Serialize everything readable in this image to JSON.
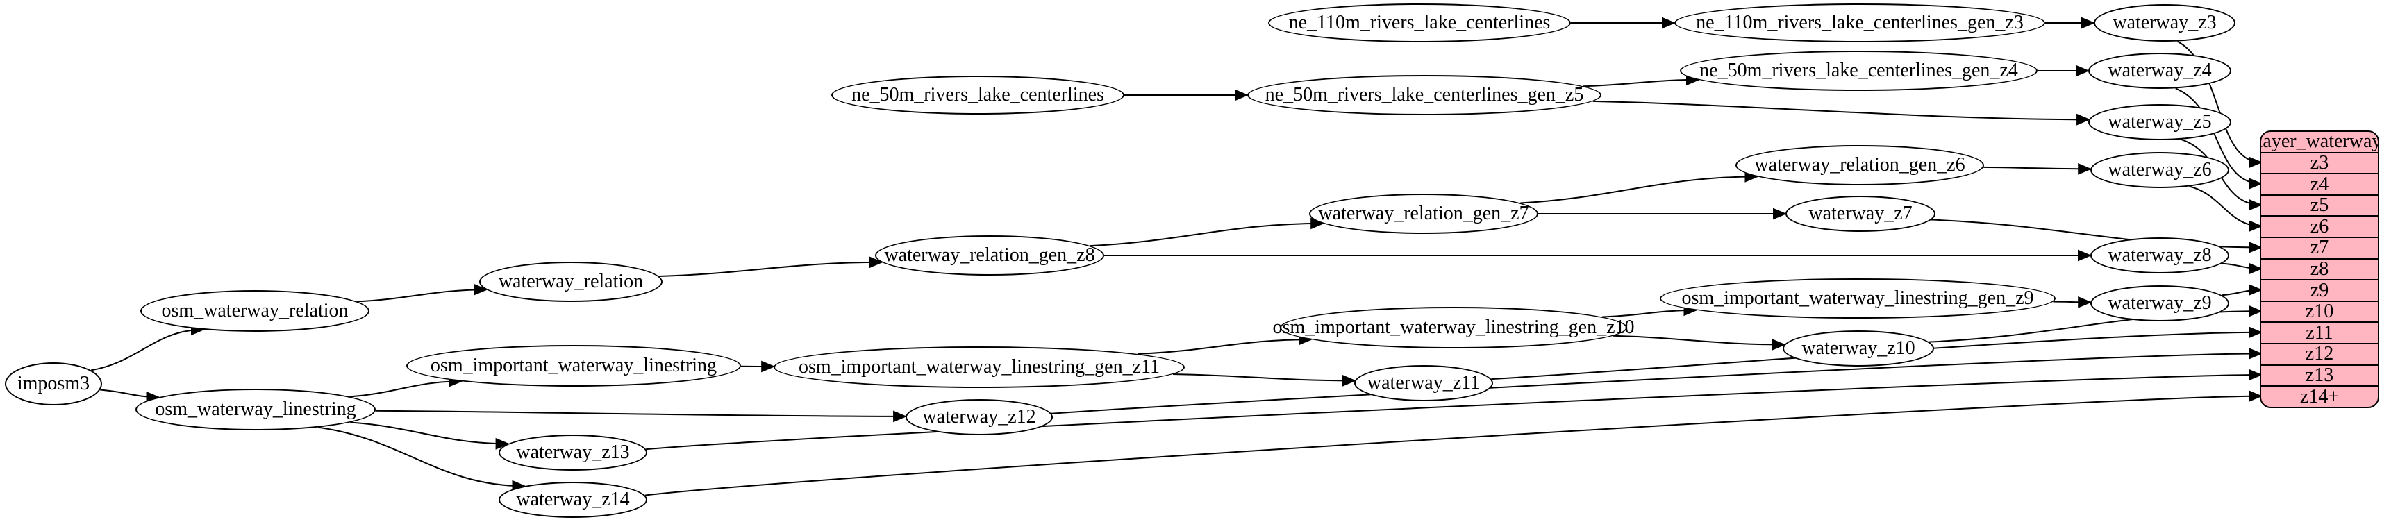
{
  "diagram": {
    "kind": "dataflow-graph",
    "colors": {
      "table_fill": "#ffb6c1",
      "node_fill": "#ffffff",
      "stroke": "#000000"
    },
    "nodes": {
      "imposm3": {
        "label": "imposm3"
      },
      "osm_waterway_relation": {
        "label": "osm_waterway_relation"
      },
      "osm_waterway_linestring": {
        "label": "osm_waterway_linestring"
      },
      "waterway_relation": {
        "label": "waterway_relation"
      },
      "osm_important_waterway_linestring": {
        "label": "osm_important_waterway_linestring"
      },
      "waterway_relation_gen_z8": {
        "label": "waterway_relation_gen_z8"
      },
      "waterway_relation_gen_z7": {
        "label": "waterway_relation_gen_z7"
      },
      "waterway_relation_gen_z6": {
        "label": "waterway_relation_gen_z6"
      },
      "osm_important_waterway_linestring_gen_z11": {
        "label": "osm_important_waterway_linestring_gen_z11"
      },
      "osm_important_waterway_linestring_gen_z10": {
        "label": "osm_important_waterway_linestring_gen_z10"
      },
      "osm_important_waterway_linestring_gen_z9": {
        "label": "osm_important_waterway_linestring_gen_z9"
      },
      "ne_110m_rivers_lake_centerlines": {
        "label": "ne_110m_rivers_lake_centerlines"
      },
      "ne_110m_rivers_lake_centerlines_gen_z3": {
        "label": "ne_110m_rivers_lake_centerlines_gen_z3"
      },
      "ne_50m_rivers_lake_centerlines": {
        "label": "ne_50m_rivers_lake_centerlines"
      },
      "ne_50m_rivers_lake_centerlines_gen_z5": {
        "label": "ne_50m_rivers_lake_centerlines_gen_z5"
      },
      "ne_50m_rivers_lake_centerlines_gen_z4": {
        "label": "ne_50m_rivers_lake_centerlines_gen_z4"
      },
      "waterway_z3": {
        "label": "waterway_z3"
      },
      "waterway_z4": {
        "label": "waterway_z4"
      },
      "waterway_z5": {
        "label": "waterway_z5"
      },
      "waterway_z6": {
        "label": "waterway_z6"
      },
      "waterway_z7": {
        "label": "waterway_z7"
      },
      "waterway_z8": {
        "label": "waterway_z8"
      },
      "waterway_z9": {
        "label": "waterway_z9"
      },
      "waterway_z10": {
        "label": "waterway_z10"
      },
      "waterway_z11": {
        "label": "waterway_z11"
      },
      "waterway_z12": {
        "label": "waterway_z12"
      },
      "waterway_z13": {
        "label": "waterway_z13"
      },
      "waterway_z14": {
        "label": "waterway_z14"
      }
    },
    "table": {
      "title": "layer_waterway",
      "rows": [
        "z3",
        "z4",
        "z5",
        "z6",
        "z7",
        "z8",
        "z9",
        "z10",
        "z11",
        "z12",
        "z13",
        "z14+"
      ]
    },
    "edges": [
      [
        "imposm3",
        "osm_waterway_relation"
      ],
      [
        "imposm3",
        "osm_waterway_linestring"
      ],
      [
        "osm_waterway_relation",
        "waterway_relation"
      ],
      [
        "waterway_relation",
        "waterway_relation_gen_z8"
      ],
      [
        "waterway_relation_gen_z8",
        "waterway_relation_gen_z7"
      ],
      [
        "waterway_relation_gen_z8",
        "waterway_z8"
      ],
      [
        "waterway_relation_gen_z7",
        "waterway_relation_gen_z6"
      ],
      [
        "waterway_relation_gen_z7",
        "waterway_z7"
      ],
      [
        "waterway_relation_gen_z6",
        "waterway_z6"
      ],
      [
        "osm_waterway_linestring",
        "osm_important_waterway_linestring"
      ],
      [
        "osm_waterway_linestring",
        "waterway_z12"
      ],
      [
        "osm_waterway_linestring",
        "waterway_z13"
      ],
      [
        "osm_waterway_linestring",
        "waterway_z14"
      ],
      [
        "osm_important_waterway_linestring",
        "osm_important_waterway_linestring_gen_z11"
      ],
      [
        "osm_important_waterway_linestring_gen_z11",
        "osm_important_waterway_linestring_gen_z10"
      ],
      [
        "osm_important_waterway_linestring_gen_z11",
        "waterway_z11"
      ],
      [
        "osm_important_waterway_linestring_gen_z10",
        "osm_important_waterway_linestring_gen_z9"
      ],
      [
        "osm_important_waterway_linestring_gen_z10",
        "waterway_z10"
      ],
      [
        "osm_important_waterway_linestring_gen_z9",
        "waterway_z9"
      ],
      [
        "ne_110m_rivers_lake_centerlines",
        "ne_110m_rivers_lake_centerlines_gen_z3"
      ],
      [
        "ne_110m_rivers_lake_centerlines_gen_z3",
        "waterway_z3"
      ],
      [
        "ne_50m_rivers_lake_centerlines",
        "ne_50m_rivers_lake_centerlines_gen_z5"
      ],
      [
        "ne_50m_rivers_lake_centerlines_gen_z5",
        "ne_50m_rivers_lake_centerlines_gen_z4"
      ],
      [
        "ne_50m_rivers_lake_centerlines_gen_z5",
        "waterway_z5"
      ],
      [
        "ne_50m_rivers_lake_centerlines_gen_z4",
        "waterway_z4"
      ],
      [
        "waterway_z3",
        "layer_waterway:z3"
      ],
      [
        "waterway_z4",
        "layer_waterway:z4"
      ],
      [
        "waterway_z5",
        "layer_waterway:z5"
      ],
      [
        "waterway_z6",
        "layer_waterway:z6"
      ],
      [
        "waterway_z7",
        "layer_waterway:z7"
      ],
      [
        "waterway_z8",
        "layer_waterway:z8"
      ],
      [
        "waterway_z9",
        "layer_waterway:z9"
      ],
      [
        "waterway_z10",
        "layer_waterway:z10"
      ],
      [
        "waterway_z11",
        "layer_waterway:z11"
      ],
      [
        "waterway_z12",
        "layer_waterway:z12"
      ],
      [
        "waterway_z13",
        "layer_waterway:z13"
      ],
      [
        "waterway_z14",
        "layer_waterway:z14+"
      ]
    ]
  }
}
